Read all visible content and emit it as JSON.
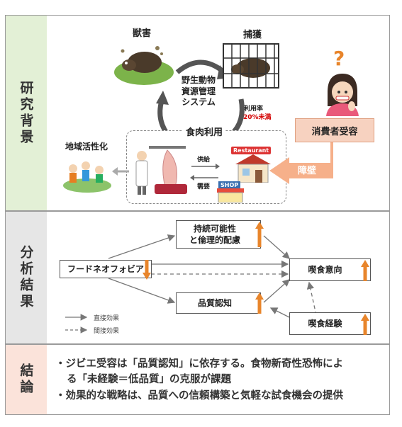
{
  "sections": {
    "background": {
      "label": "研究背景",
      "color": "#e3f0d6"
    },
    "results": {
      "label": "分析結果",
      "color": "#e6e6e6"
    },
    "conclusion": {
      "label": "結論",
      "color": "#fbe3da"
    }
  },
  "background": {
    "damage": "獣害",
    "capture": "捕獲",
    "system": "野生動物\n資源管理\nシステム",
    "usage_rate": "利用率",
    "usage_value": "20%未満",
    "meat_use": "食肉利用",
    "regional": "地域活性化",
    "supply": "供給",
    "demand": "需要",
    "restaurant": "Restaurant",
    "shop": "SHOP",
    "consumer": "消費者受容",
    "barrier": "障壁",
    "question_mark": "?"
  },
  "results": {
    "food_neophobia": "フードネオフォビア",
    "sustainability": "持続可能性\nと倫理的配慮",
    "intention": "喫食意向",
    "quality": "品質認知",
    "experience": "喫食経験",
    "legend_direct": "直接効果",
    "legend_indirect": "間接効果"
  },
  "conclusion": {
    "bullet1_line1": "・ジビエ受容は「品質認知」に依存する。食物新奇性恐怖によ",
    "bullet1_line2": "る「未経験＝低品質」の克服が課題",
    "bullet2": "・効果的な戦略は、品質への信頼構築と気軽な試食機会の提供"
  },
  "colors": {
    "orange": "#e8852b",
    "red": "#d40000",
    "barrier": "#f6b08a"
  }
}
